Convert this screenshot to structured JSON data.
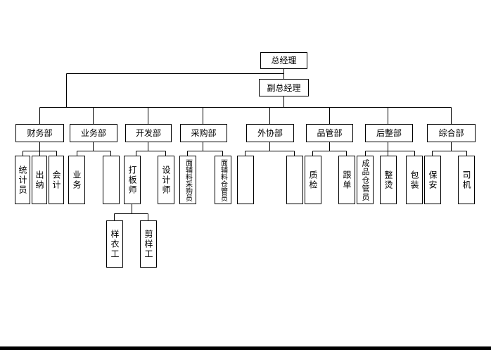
{
  "org": {
    "general_manager": "总经理",
    "deputy_manager": "副总经理",
    "departments": [
      {
        "name": "财务部",
        "subs": [
          "统计员",
          "出纳",
          "会计"
        ]
      },
      {
        "name": "业务部",
        "subs": [
          "业务",
          ""
        ]
      },
      {
        "name": "开发部",
        "subs": [
          "打板师",
          "设计师"
        ],
        "sub2": [
          "样衣工",
          "剪样工"
        ]
      },
      {
        "name": "采购部",
        "subs": [
          "面辅料采购员",
          "面辅料仓管员"
        ]
      },
      {
        "name": "外协部",
        "subs": [
          "",
          ""
        ]
      },
      {
        "name": "品管部",
        "subs": [
          "质检",
          "跟单"
        ]
      },
      {
        "name": "后整部",
        "subs": [
          "成品仓管员",
          "整烫",
          "包装"
        ]
      },
      {
        "name": "综合部",
        "subs": [
          "保安",
          "司机"
        ]
      }
    ]
  }
}
